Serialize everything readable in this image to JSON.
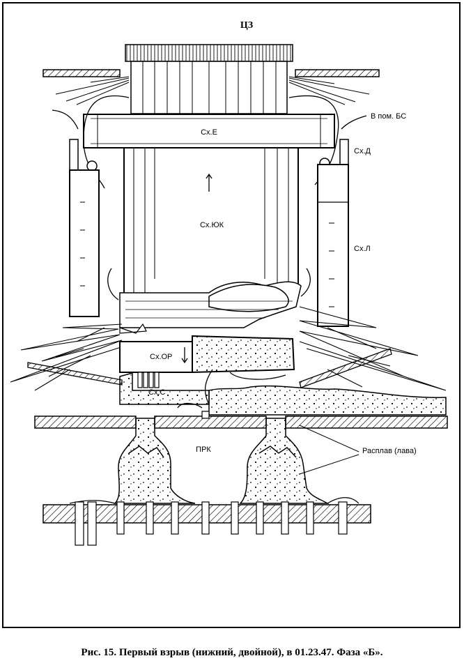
{
  "title": "ЦЗ",
  "labels": {
    "sx_e": "Сх.Е",
    "v_pom_bs": "В пом. БС",
    "sx_d": "Сх.Д",
    "sx_yuk": "Сх.ЮК",
    "sx_l": "Сх.Л",
    "sx_or": "Сх.ОР",
    "sx_s": "Сх.С",
    "prk": "ПРК",
    "rasplav": "Расплав (лава)"
  },
  "caption": "Рис. 15. Первый взрыв (нижний, двойной), в 01.23.47. Фаза «Б»."
}
